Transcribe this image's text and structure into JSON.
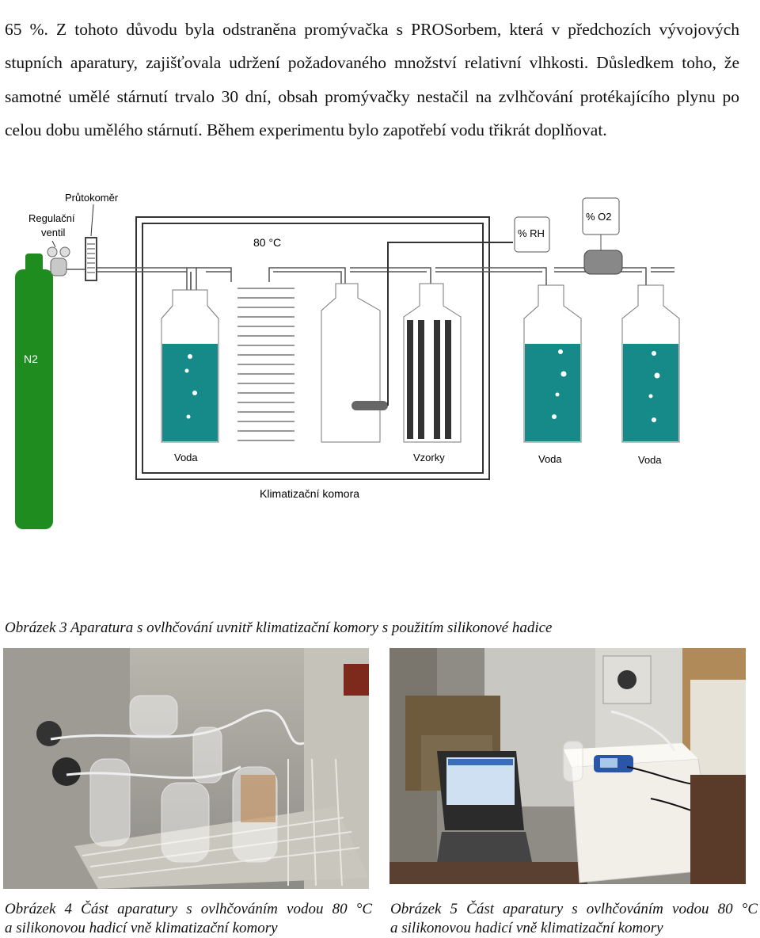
{
  "paragraph": "65 %. Z tohoto důvodu byla odstraněna promývačka s PROSorbem, která v předchozích vývojových stupních aparatury, zajišťovala udržení požadovaného množství relativní vlhkosti. Důsledkem toho, že samotné umělé stárnutí trvalo 30 dní, obsah promývačky nestačil na zvlhčování protékajícího plynu po celou dobu umělého stárnutí. Během experimentu bylo zapotřebí vodu třikrát doplňovat.",
  "diagram": {
    "flowmeter": "Průtokoměr",
    "valve_line1": "Regulační",
    "valve_line2": "ventil",
    "cylinder": "N2",
    "temperature": "80 °C",
    "rh": "% RH",
    "o2": "% O2",
    "water1": "Voda",
    "samples": "Vzorky",
    "water2": "Voda",
    "water3": "Voda",
    "chamber": "Klimatizační komora",
    "colors": {
      "gas_cylinder": "#1e8c1e",
      "water": "#168a88",
      "dark": "#333333"
    }
  },
  "captions": {
    "fig3": "Obrázek 3 Aparatura s ovlhčování uvnitř klimatizační komory s použitím silikonové hadice",
    "fig4_line1": "Obrázek 4 Část aparatury s ovlhčováním vodou 80 °C",
    "fig4_line2": "a silikonovou hadicí vně klimatizační komory",
    "fig5_line1": "Obrázek 5 Část aparatury s ovlhčováním vodou 80 °C",
    "fig5_line2": "a silikonovou hadicí vně klimatizační komory"
  }
}
